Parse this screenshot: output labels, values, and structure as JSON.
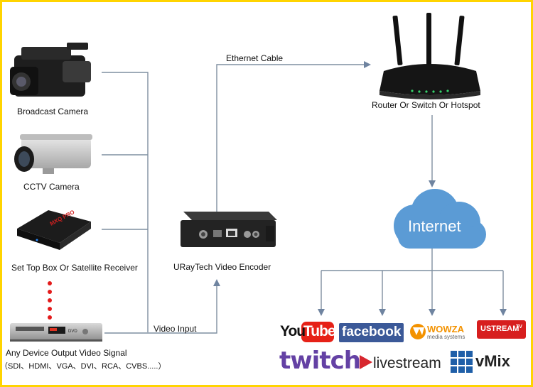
{
  "labels": {
    "broadcast_camera": "Broadcast Camera",
    "cctv_camera": "CCTV Camera",
    "set_top_box": "Set Top Box Or Satellite Receiver",
    "any_device_line1": "Any Device Output Video Signal",
    "any_device_line2": "（SDI、HDMI、VGA、DVI、RCA、CVBS.....）",
    "encoder": "URayTech Video Encoder",
    "video_input": "Video Input",
    "ethernet_cable": "Ethernet Cable",
    "router": "Router Or Switch Or Hotspot",
    "internet": "Internet"
  },
  "logos": {
    "youtube_you": "You",
    "youtube_tube": "Tube",
    "facebook": "facebook",
    "wowza": "WOWZA",
    "wowza_sub": "media systems",
    "ustream": "USTREAM",
    "ustream_tv": "TV",
    "twitch": "twitch",
    "livestream": "livestream",
    "vmix": "vMix"
  },
  "device_text": {
    "box_brand": "MXQ PRO",
    "dvd_badge": "DVD"
  },
  "colors": {
    "line": "#7f8fa0",
    "arrow": "#6f84a0",
    "cloud": "#5b9bd5",
    "youtube_red": "#e62117",
    "facebook_blue": "#3b5998",
    "wowza_orange": "#f39200",
    "ustream_red": "#d71e1e",
    "twitch_purple": "#6441a4",
    "livestream_red": "#d7262e",
    "vmix_blue": "#1f5fa8",
    "dots_red": "#e31b1b",
    "frame_yellow": "#ffd400"
  }
}
